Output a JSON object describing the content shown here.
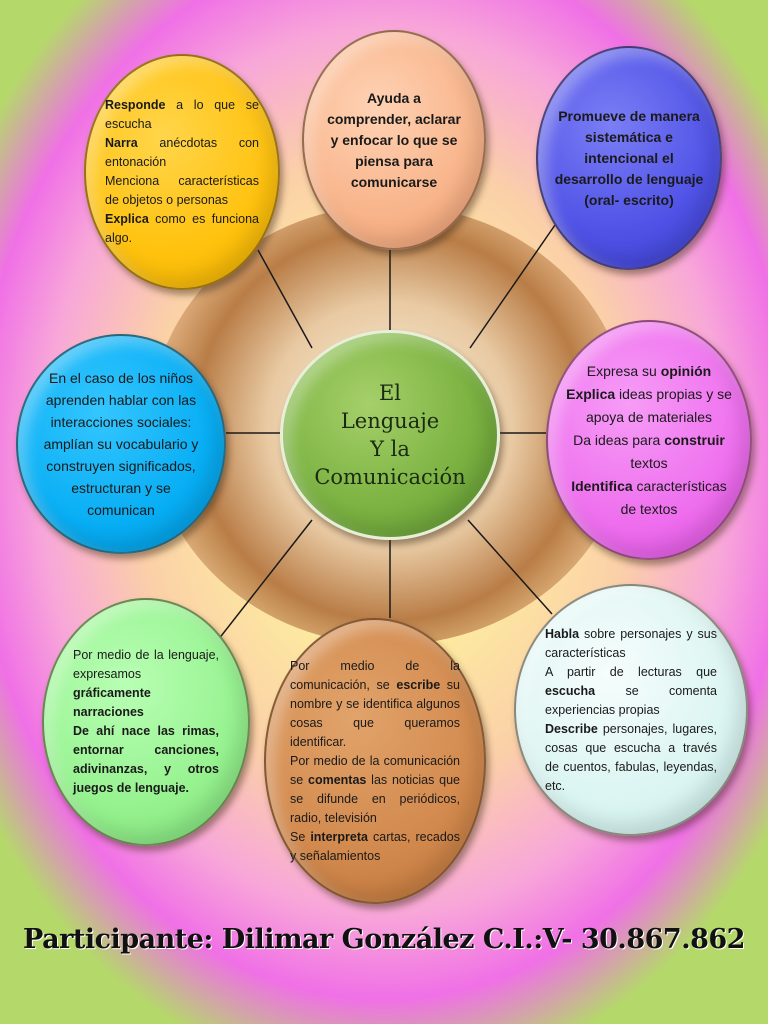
{
  "center": {
    "lines": [
      "El",
      "Lenguaje",
      "Y la",
      "Comunicación"
    ]
  },
  "top": {
    "text": "Ayuda a comprender, aclarar y enfocar lo que se piensa para comunicarse"
  },
  "top_left": {
    "l1_bold": "Responde",
    "l1_rest": " a lo que se escucha",
    "l2_bold": "Narra",
    "l2_rest": " anécdotas con entonación",
    "l3": "Menciona características de objetos o personas",
    "l4_bold": "Explica",
    "l4_rest": " como es funciona algo."
  },
  "top_right": {
    "text": "Promueve de manera sistemática e intencional el desarrollo de lenguaje (oral- escrito)"
  },
  "left": {
    "text": "En el caso de los niños aprenden hablar con las interacciones sociales: amplían su vocabulario y construyen significados, estructuran y se comunican"
  },
  "right": {
    "a1": "Expresa su ",
    "a1_bold": "opinión",
    "a2_bold": "Explica",
    "a2": " ideas propias y se apoya de materiales",
    "a3": "Da ideas para ",
    "a3_bold": "construir",
    "a3_end": " textos",
    "a4_bold": "Identifica",
    "a4": " características de textos"
  },
  "bottom_left": {
    "p1": "Por medio de la lenguaje, expresamos ",
    "p1_bold": "gráficamente narraciones",
    "p2_bold": "De ahí nace las rimas, entornar canciones, adivinanzas, y otros juegos de lenguaje."
  },
  "bottom": {
    "p1": "Por medio de la comunicación, se ",
    "p1_bold": "escribe",
    "p1_end": " su nombre y se identifica algunos cosas que queramos identificar.",
    "p2": "Por medio de la comunicación se ",
    "p2_bold": "comentas",
    "p2_end": " las noticias que se difunde en periódicos, radio, televisión",
    "p3": "Se ",
    "p3_bold": "interpreta",
    "p3_end": " cartas, recados y señalamientos"
  },
  "bottom_right": {
    "p1_bold": "Habla",
    "p1": " sobre personajes y sus características",
    "p2": "A partir de lecturas que ",
    "p2_bold": "escucha",
    "p2_end": " se comenta experiencias propias",
    "p3_bold": "Describe",
    "p3": " personajes, lugares, cosas que escucha a través de cuentos, fabulas, leyendas, etc."
  },
  "footer": {
    "text": "Participante: Dilimar González C.I.:V- 30.867.862"
  }
}
